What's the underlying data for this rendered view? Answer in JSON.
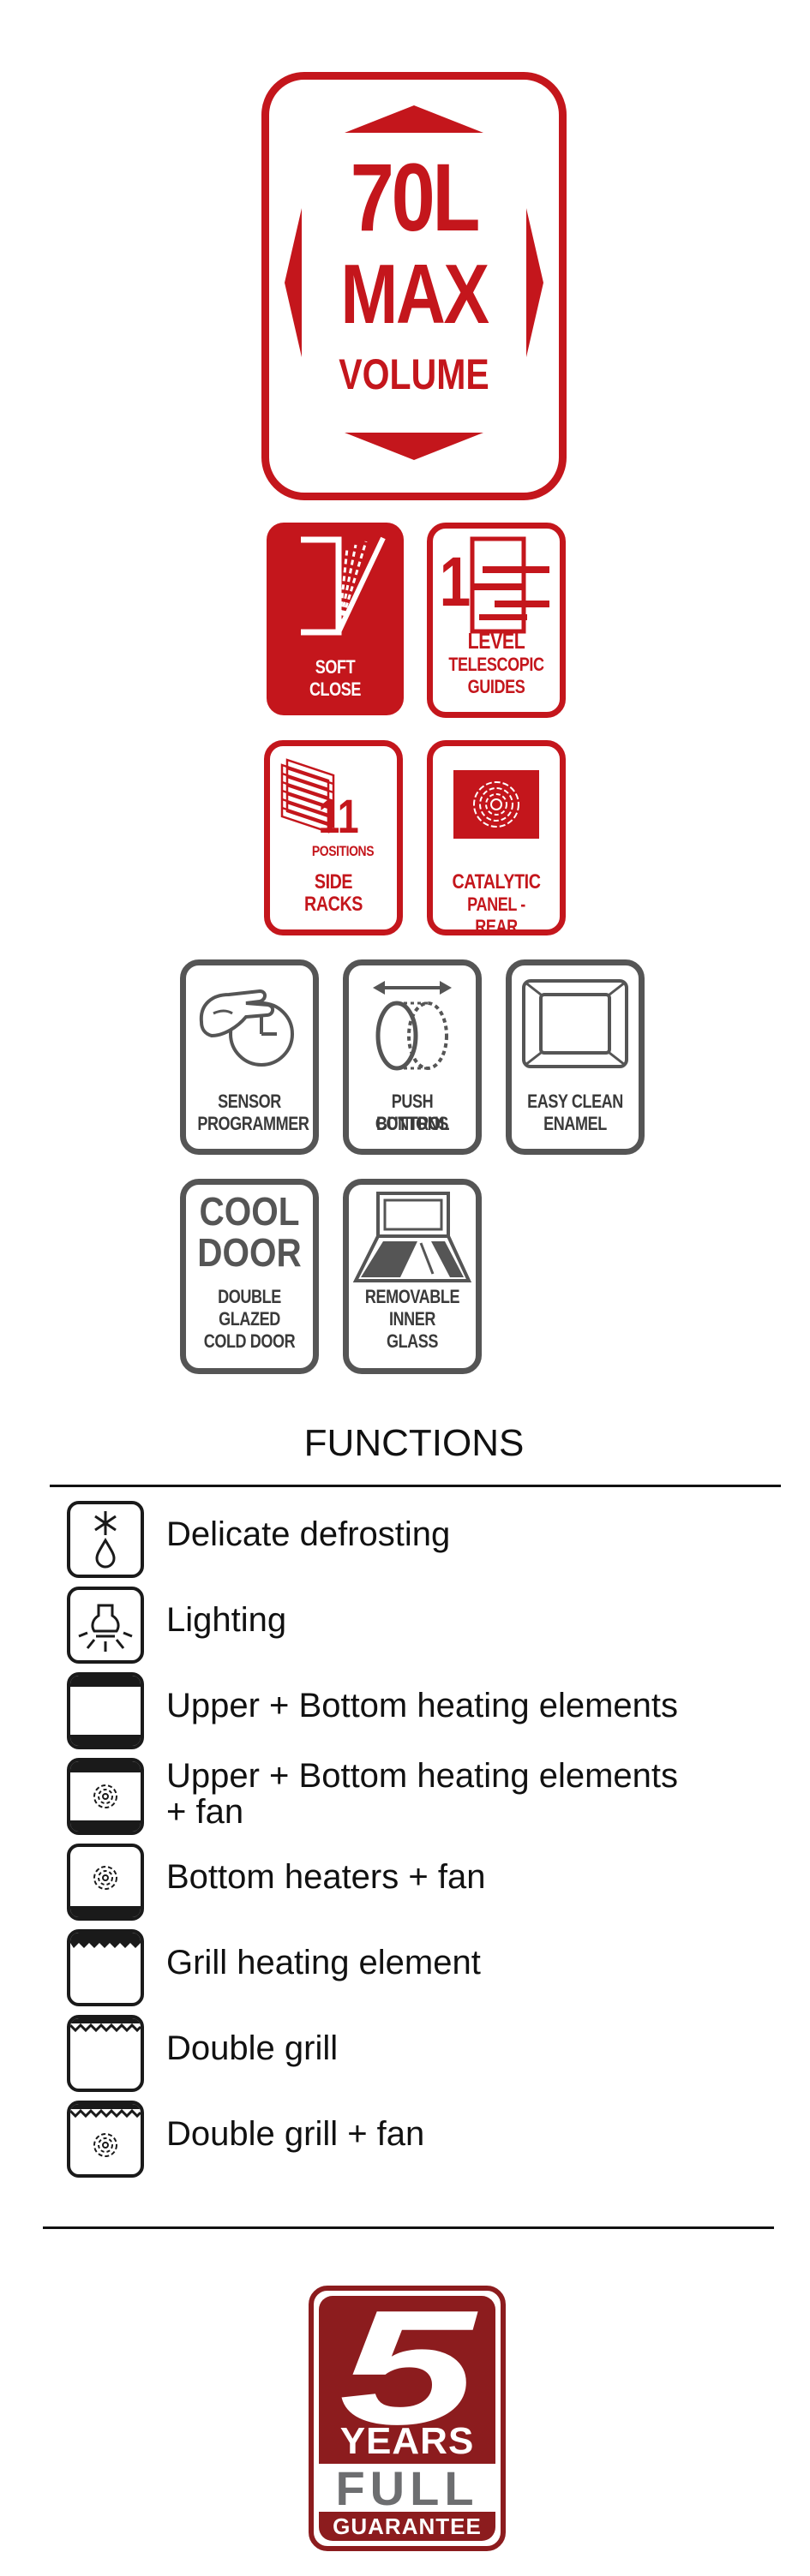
{
  "volume_badge": {
    "line1": "70L",
    "line2": "MAX",
    "line3": "VOLUME"
  },
  "features": {
    "soft_close": "SOFT CLOSE",
    "level": {
      "number": "1",
      "label1": "LEVEL",
      "label2": "TELESCOPIC",
      "label3": "GUIDES"
    },
    "side_racks": {
      "number": "11",
      "positions": "POSITIONS",
      "label1": "SIDE",
      "label2": "RACKS"
    },
    "catalytic": {
      "label1": "CATALYTIC",
      "label2": "PANEL - REAR"
    },
    "sensor": {
      "label1": "SENSOR",
      "label2": "PROGRAMMER"
    },
    "push_buttons": {
      "label1": "PUSH BUTTONS",
      "label2": "CONTROL"
    },
    "easy_clean": {
      "label1": "EASY CLEAN",
      "label2": "ENAMEL"
    },
    "cool_door": {
      "big1": "COOL",
      "big2": "DOOR",
      "label1": "DOUBLE",
      "label2": "GLAZED",
      "label3": "COLD DOOR"
    },
    "removable_glass": {
      "label1": "REMOVABLE",
      "label2": "INNER",
      "label3": "GLASS"
    }
  },
  "functions": {
    "title": "FUNCTIONS",
    "items": [
      {
        "label": "Delicate defrosting",
        "icon": "defrost-icon"
      },
      {
        "label": "Lighting",
        "icon": "lamp-icon"
      },
      {
        "label": "Upper + Bottom heating elements",
        "icon": "upper-bottom-heat-icon"
      },
      {
        "label": "Upper + Bottom heating elements",
        "label2": "+ fan",
        "icon": "upper-bottom-fan-icon"
      },
      {
        "label": "Bottom heaters + fan",
        "icon": "bottom-fan-icon"
      },
      {
        "label": "Grill heating element",
        "icon": "grill-icon"
      },
      {
        "label": "Double grill",
        "icon": "double-grill-icon"
      },
      {
        "label": "Double grill + fan",
        "icon": "double-grill-fan-icon"
      }
    ]
  },
  "guarantee": {
    "number": "5",
    "years": "YEARS",
    "full": "FULL",
    "guarantee": "GUARANTEE"
  },
  "colors": {
    "brand_red": "#c4161c",
    "dark_red": "#8c1c1e",
    "gray": "#555555",
    "ink": "#111111"
  }
}
